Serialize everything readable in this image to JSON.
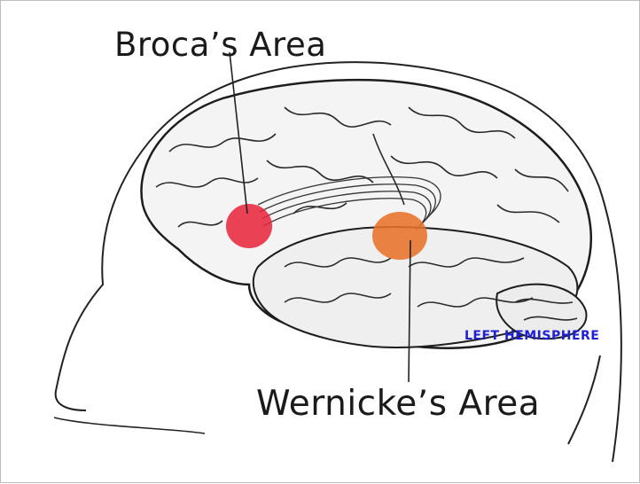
{
  "labels": {
    "broca": "Broca’s Area",
    "wernicke": "Wernicke’s Area",
    "hemisphere": "LEFT HEMISPHERE"
  },
  "colors": {
    "broca_region": "#e8283f",
    "wernicke_region": "#e8722a",
    "hemisphere_text": "#1f1fd8",
    "outline": "#222222"
  }
}
